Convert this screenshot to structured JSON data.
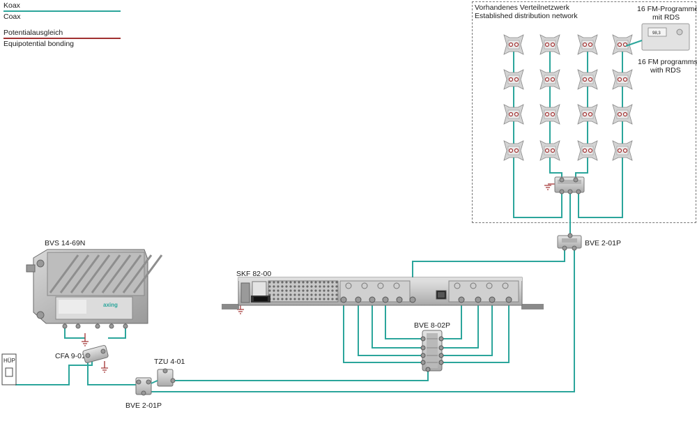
{
  "legend": {
    "coax_de": "Koax",
    "coax_en": "Coax",
    "coax_color": "#2ba59b",
    "bond_de": "Potentialausgleich",
    "bond_en": "Equipotential bonding",
    "bond_color": "#a03030"
  },
  "network": {
    "title_de": "Vorhandenes Verteilnetzwerk",
    "title_en": "Established distribution network",
    "fm_de_line1": "16 FM-Programme",
    "fm_de_line2": "mit RDS",
    "fm_en_line1": "16 FM programms",
    "fm_en_line2": "with RDS",
    "radio_display": "98,3"
  },
  "devices": {
    "bvs": "BVS 14-69N",
    "skf": "SKF 82-00",
    "bve_top": "BVE 2-01P",
    "bve_mid": "BVE 8-02P",
    "bve_bottom": "BVE 2-01P",
    "cfa": "CFA 9-01",
    "tzu": "TZU 4-01",
    "hup": "HÜP",
    "bvs_brand": "axing"
  }
}
